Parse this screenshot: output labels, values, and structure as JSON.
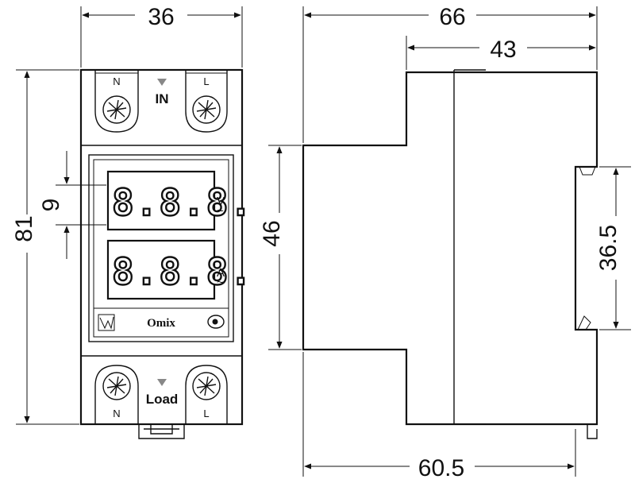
{
  "dimensions": {
    "front_width": "36",
    "total_depth": "66",
    "top_depth": "43",
    "height": "81",
    "display_offset": "9",
    "side_height": "46",
    "rail_height": "36.5",
    "bottom_depth": "60.5"
  },
  "terminals": {
    "top_left": "N",
    "top_right": "L",
    "top_caption": "IN",
    "bottom_left": "N",
    "bottom_right": "L",
    "bottom_caption": "Load"
  },
  "display": {
    "upper_digits": "8.8.8.",
    "upper_unit": "V",
    "lower_digits": "8.8.8.",
    "lower_unit": "A",
    "tilde": "~",
    "brand": "Omix"
  },
  "colors": {
    "line": "#111111",
    "arrow_marker": "#888888",
    "background": "#ffffff"
  }
}
